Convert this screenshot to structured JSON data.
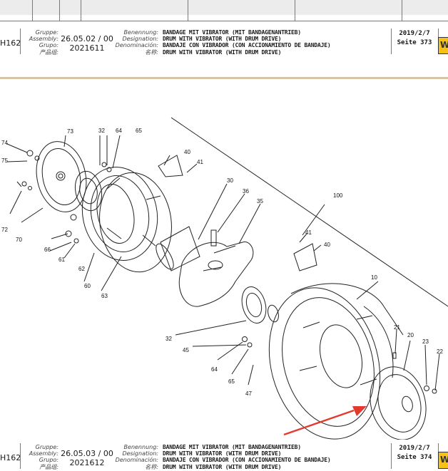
{
  "header_block": {
    "model": "H162",
    "labels": [
      "Gruppe:",
      "Assembly:",
      "Grupo:",
      "产品组:"
    ],
    "labels2": [
      "Benennung:",
      "Designation:",
      "Denominación:",
      "名称:"
    ],
    "assembly_no": "26.05.02 / 00",
    "group_no": "2021611",
    "desc": [
      "BANDAGE MIT VIBRATOR (MIT BANDAGENANTRIEB)",
      "DRUM WITH VIBRATOR (WITH DRUM DRIVE)",
      "BANDAJE CON VIBRADOR (CON ACCIONAMIENTO DE BANDAJE)",
      "DRUM WITH VIBRATOR (WITH DRUM DRIVE)"
    ],
    "date": "2019/2/7",
    "page": "Seite 373",
    "logo": "W"
  },
  "footer_block": {
    "model": "H162",
    "labels": [
      "Gruppe:",
      "Assembly:",
      "Grupo:",
      "产品组:"
    ],
    "labels2": [
      "Benennung:",
      "Designation:",
      "Denominación:",
      "名称:"
    ],
    "assembly_no": "26.05.03 / 00",
    "group_no": "2021612",
    "desc": [
      "BANDAGE MIT VIBRATOR (MIT BANDAGENANTRIEB)",
      "DRUM WITH VIBRATOR (WITH DRUM DRIVE)",
      "BANDAJE CON VIBRADOR (CON ACCIONAMIENTO DE BANDAJE)",
      "DRUM WITH VIBRATOR (WITH DRUM DRIVE)"
    ],
    "date": "2019/2/7",
    "page": "Seite 374",
    "logo": "W"
  },
  "callouts": {
    "c74": "74",
    "c75": "75",
    "c73": "73",
    "c32a": "32",
    "c64a": "64",
    "c65a": "65",
    "c40a": "40",
    "c41a": "41",
    "c72": "72",
    "c70": "70",
    "c66": "66",
    "c61": "61",
    "c62": "62",
    "c60": "60",
    "c63": "63",
    "c30": "30",
    "c36": "36",
    "c35": "35",
    "c100": "100",
    "c41b": "41",
    "c40b": "40",
    "c10": "10",
    "c32b": "32",
    "c45": "45",
    "c64b": "64",
    "c65b": "65",
    "c47": "47",
    "c21": "21",
    "c20": "20",
    "c23": "23",
    "c22": "22"
  },
  "colors": {
    "arrow": "#e23b2e",
    "logo_bg": "#f6c21a",
    "band": "#d6c4a4"
  }
}
